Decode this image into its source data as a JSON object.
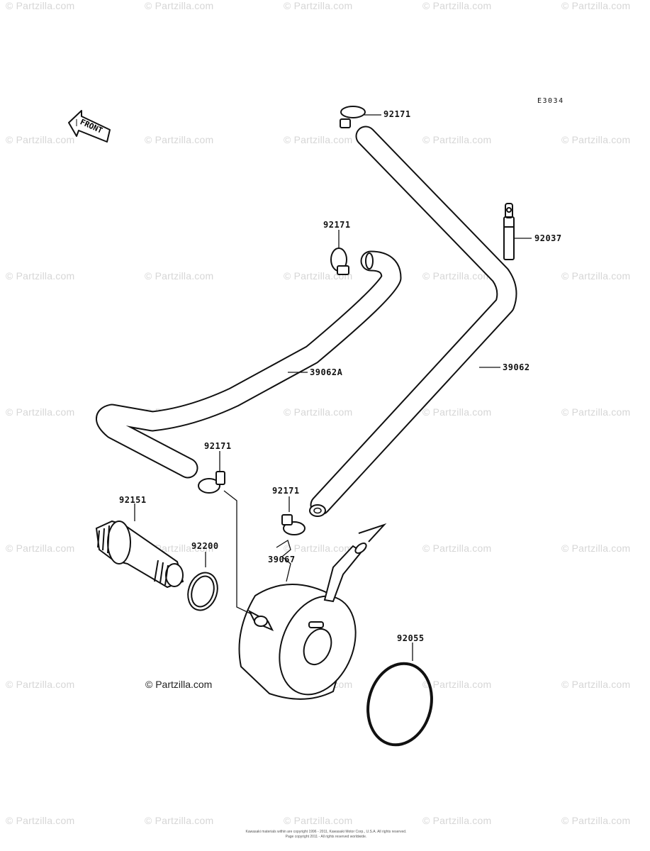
{
  "diagram_code": "E3034",
  "front_label": "FRONT",
  "parts": {
    "clamp_top": "92171",
    "clamp_mid": "92171",
    "clamp_left": "92171",
    "clamp_right": "92171",
    "band": "92037",
    "hose_a": "39062A",
    "hose_b": "39062",
    "bolt": "92151",
    "washer": "92200",
    "cooler": "39067",
    "oring": "92055"
  },
  "credit": "© Partzilla.com",
  "watermark": "© Partzilla.com",
  "footer": {
    "line1": "Kawasaki materials within are copyright 1996 - 2011, Kawasaki Motor Corp., U.S.A. All rights reserved.",
    "line2": "Page copyright 2011 - All rights reserved worldwide."
  }
}
